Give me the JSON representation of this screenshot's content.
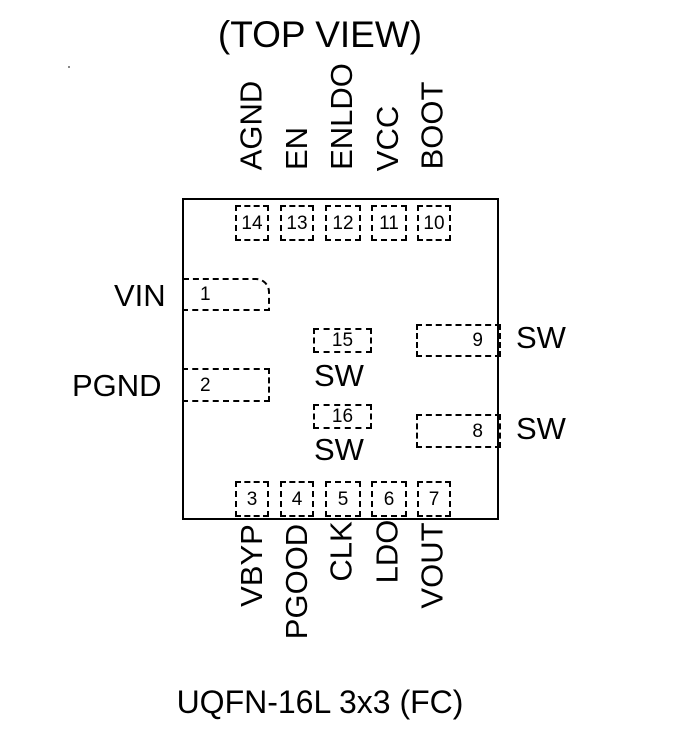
{
  "title": "(TOP VIEW)",
  "caption": "UQFN-16L 3x3 (FC)",
  "top_pins": [
    {
      "number": "14",
      "name": "AGND"
    },
    {
      "number": "13",
      "name": "EN"
    },
    {
      "number": "12",
      "name": "ENLDO"
    },
    {
      "number": "11",
      "name": "VCC"
    },
    {
      "number": "10",
      "name": "BOOT"
    }
  ],
  "bottom_pins": [
    {
      "number": "3",
      "name": "VBYP"
    },
    {
      "number": "4",
      "name": "PGOOD"
    },
    {
      "number": "5",
      "name": "CLK"
    },
    {
      "number": "6",
      "name": "LDO"
    },
    {
      "number": "7",
      "name": "VOUT"
    }
  ],
  "left_pins": [
    {
      "number": "1",
      "name": "VIN"
    },
    {
      "number": "2",
      "name": "PGND"
    }
  ],
  "right_pins": [
    {
      "number": "9",
      "name": "SW"
    },
    {
      "number": "8",
      "name": "SW"
    }
  ],
  "center_pins": [
    {
      "number": "15",
      "name": "SW"
    },
    {
      "number": "16",
      "name": "SW"
    }
  ]
}
